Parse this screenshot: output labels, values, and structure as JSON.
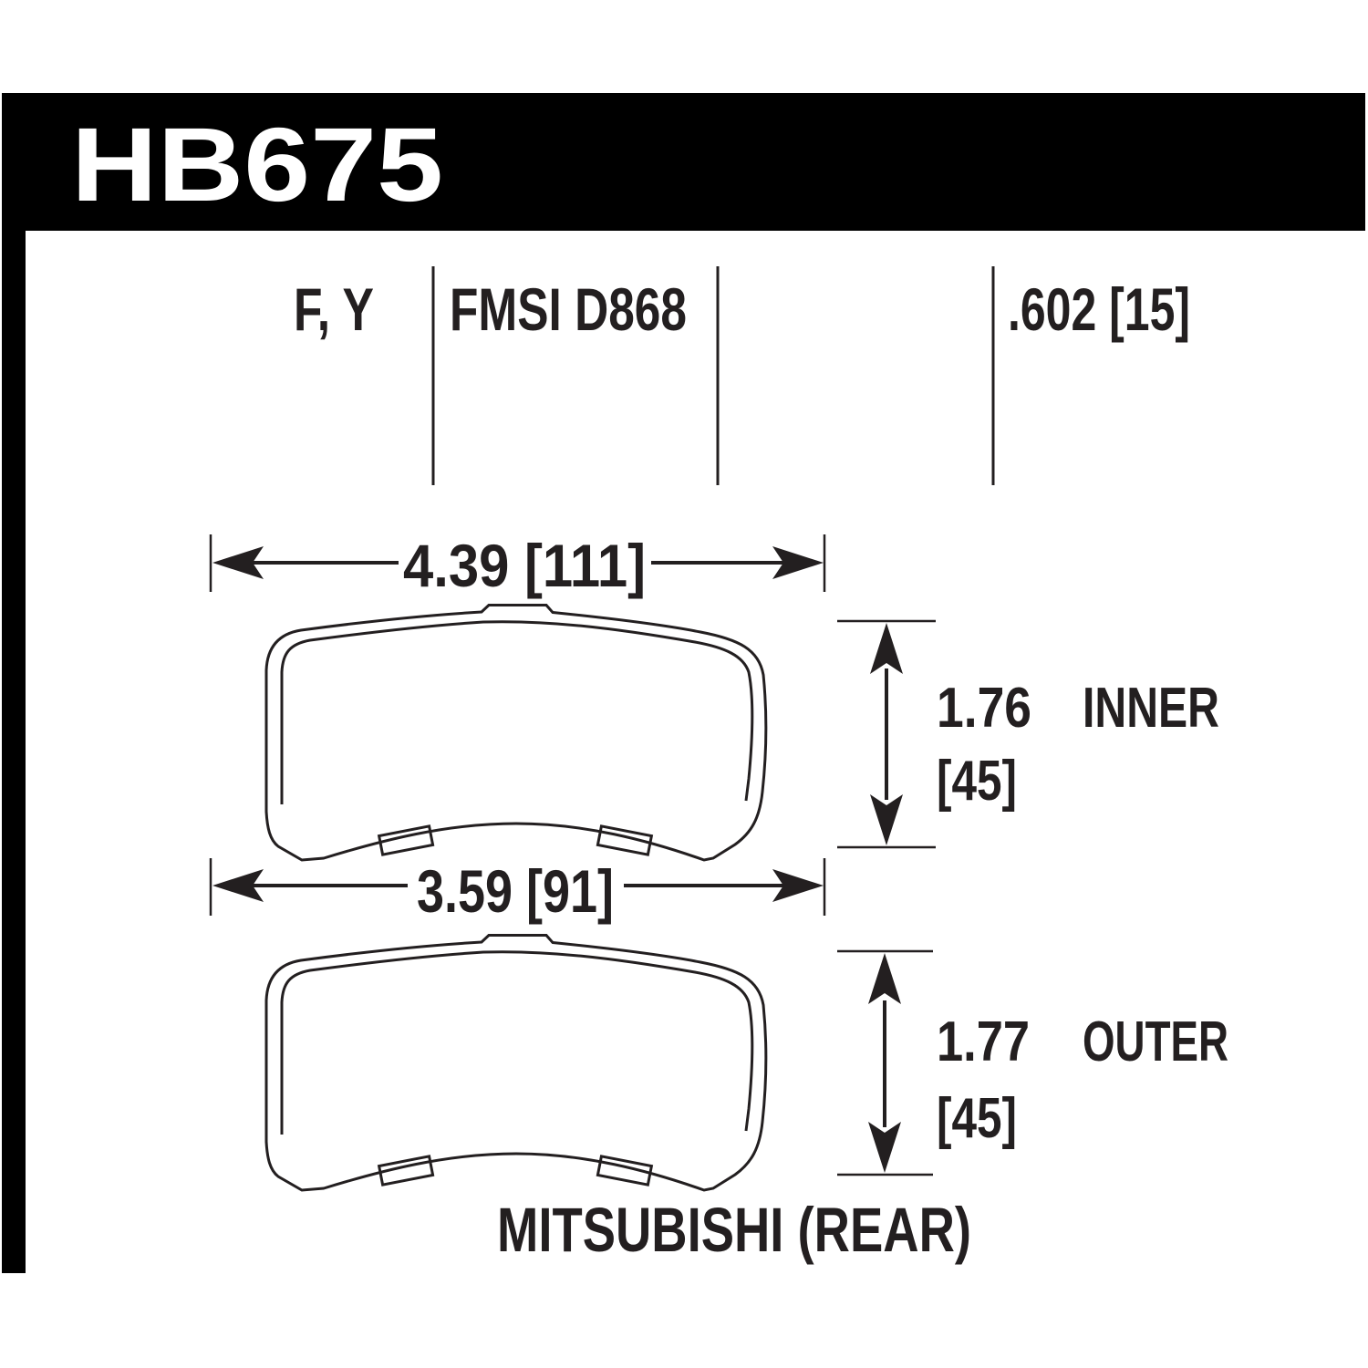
{
  "title": {
    "part_number": "HB675"
  },
  "spec_row": {
    "compounds": "F, Y",
    "fmsi": "FMSI D868",
    "thickness": ".602 [15]"
  },
  "dims": {
    "overall_width": "4.39 [111]",
    "pad_width": "3.59 [91]",
    "inner_height_in": "1.76",
    "inner_height_mm": "[45]",
    "inner_label": "INNER",
    "outer_height_in": "1.77",
    "outer_height_mm": "[45]",
    "outer_label": "OUTER"
  },
  "application": "MITSUBISHI (REAR)",
  "colors": {
    "ink": "#231f20",
    "header_bar": "#000000",
    "background": "#ffffff"
  }
}
